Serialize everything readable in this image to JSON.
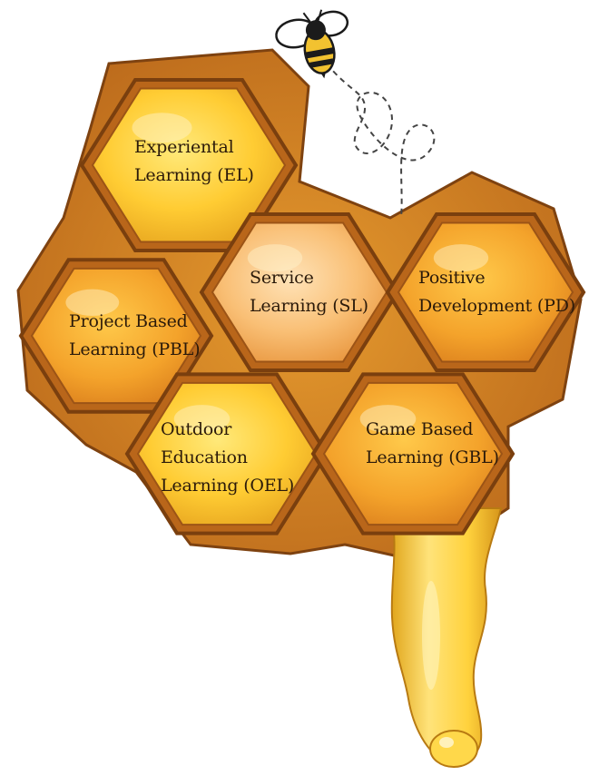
{
  "cells": [
    {
      "id": "el",
      "text": "Experiental\nLearning (EL)"
    },
    {
      "id": "sl",
      "text": "Service\nLearning (SL)"
    },
    {
      "id": "pd",
      "text": "Positive\nDevelopment (PD)"
    },
    {
      "id": "pbl",
      "text": "Project Based\nLearning (PBL)"
    },
    {
      "id": "oel",
      "text": "Outdoor\nEducation\nLearning (OEL)"
    },
    {
      "id": "gbl",
      "text": "Game Based\nLearning (GBL)"
    }
  ],
  "colors": {
    "honey_light": "#ffd84a",
    "honey_mid": "#f5a623",
    "honey_dark": "#c9741a",
    "wax_edge": "#8a4a12",
    "bee_yellow": "#f2c230",
    "bee_black": "#1b1b1b"
  }
}
